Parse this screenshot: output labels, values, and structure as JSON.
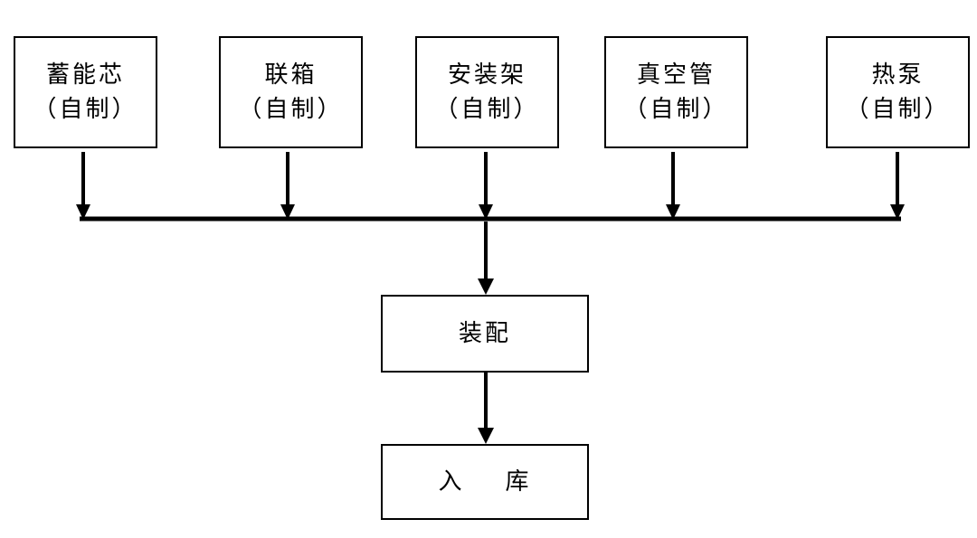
{
  "top_nodes": [
    {
      "name": "蓄能芯",
      "note": "（自制）"
    },
    {
      "name": "联箱",
      "note": "（自制）"
    },
    {
      "name": "安装架",
      "note": "（自制）"
    },
    {
      "name": "真空管",
      "note": "（自制）"
    },
    {
      "name": "热泵",
      "note": "（自制）"
    }
  ],
  "assembly": {
    "label": "装配"
  },
  "storage": {
    "label": "入    库"
  },
  "colors": {
    "line": "#000000",
    "box_border": "#000000",
    "background": "#ffffff"
  }
}
